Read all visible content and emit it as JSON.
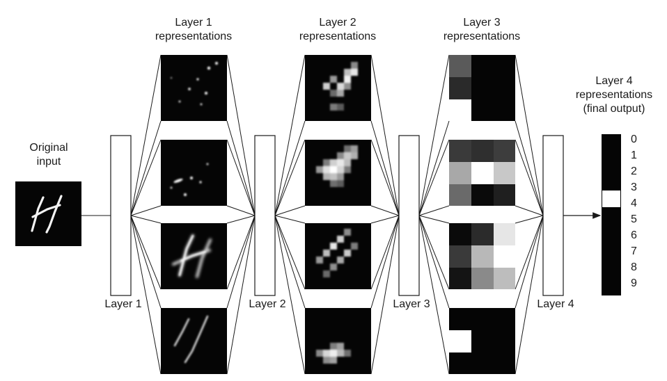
{
  "original_input": {
    "label_line1": "Original",
    "label_line2": "input"
  },
  "headers": [
    {
      "line1": "Layer 1",
      "line2": "representations"
    },
    {
      "line1": "Layer 2",
      "line2": "representations"
    },
    {
      "line1": "Layer 3",
      "line2": "representations"
    }
  ],
  "layer4_header": {
    "line1": "Layer 4",
    "line2": "representations",
    "line3": "(final output)"
  },
  "layers": [
    "Layer 1",
    "Layer 2",
    "Layer 3",
    "Layer 4"
  ],
  "output_labels": [
    "0",
    "1",
    "2",
    "3",
    "4",
    "5",
    "6",
    "7",
    "8",
    "9"
  ],
  "active_output": "4",
  "colors": {
    "stroke": "#1a1a1a",
    "panel": "#050505",
    "activation": "#ffffff"
  }
}
